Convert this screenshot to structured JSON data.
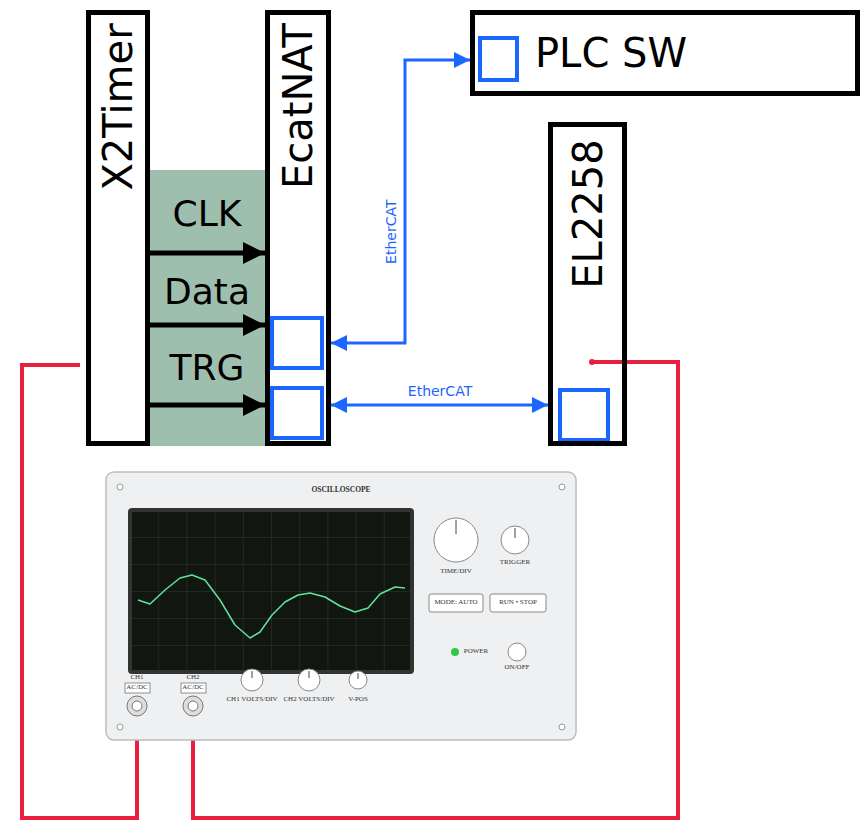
{
  "diagram": {
    "nodes": [
      {
        "text": [
          "X2Timer"
        ]
      },
      {
        "text": [
          "EcatNAT"
        ]
      },
      {
        "text": [
          "PLC SW"
        ]
      },
      {
        "text": [
          "EL2258"
        ]
      }
    ],
    "edges": [
      {
        "from": 0,
        "to": 1,
        "label": "CLK",
        "arrow": "to"
      },
      {
        "from": 0,
        "to": 1,
        "label": "Data",
        "arrow": "to"
      },
      {
        "from": 0,
        "to": 1,
        "label": "TRG",
        "arrow": "to"
      },
      {
        "from": 1,
        "to": 2,
        "label": "EtherCAT",
        "arrow": "both"
      },
      {
        "from": 1,
        "to": 3,
        "label": "EtherCAT",
        "arrow": "both"
      }
    ],
    "labels": [
      "OSCILLOSCOPE",
      "TIME/DIV",
      "TRIGGER",
      "MODE: AUTO",
      "RUN • STOP",
      "POWER",
      "ON/OFF",
      "CH1",
      "AC/DC",
      "CH2",
      "AC/DC",
      "CH1 VOLTS/DIV",
      "CH2 VOLTS/DIV",
      "V-POS"
    ]
  }
}
